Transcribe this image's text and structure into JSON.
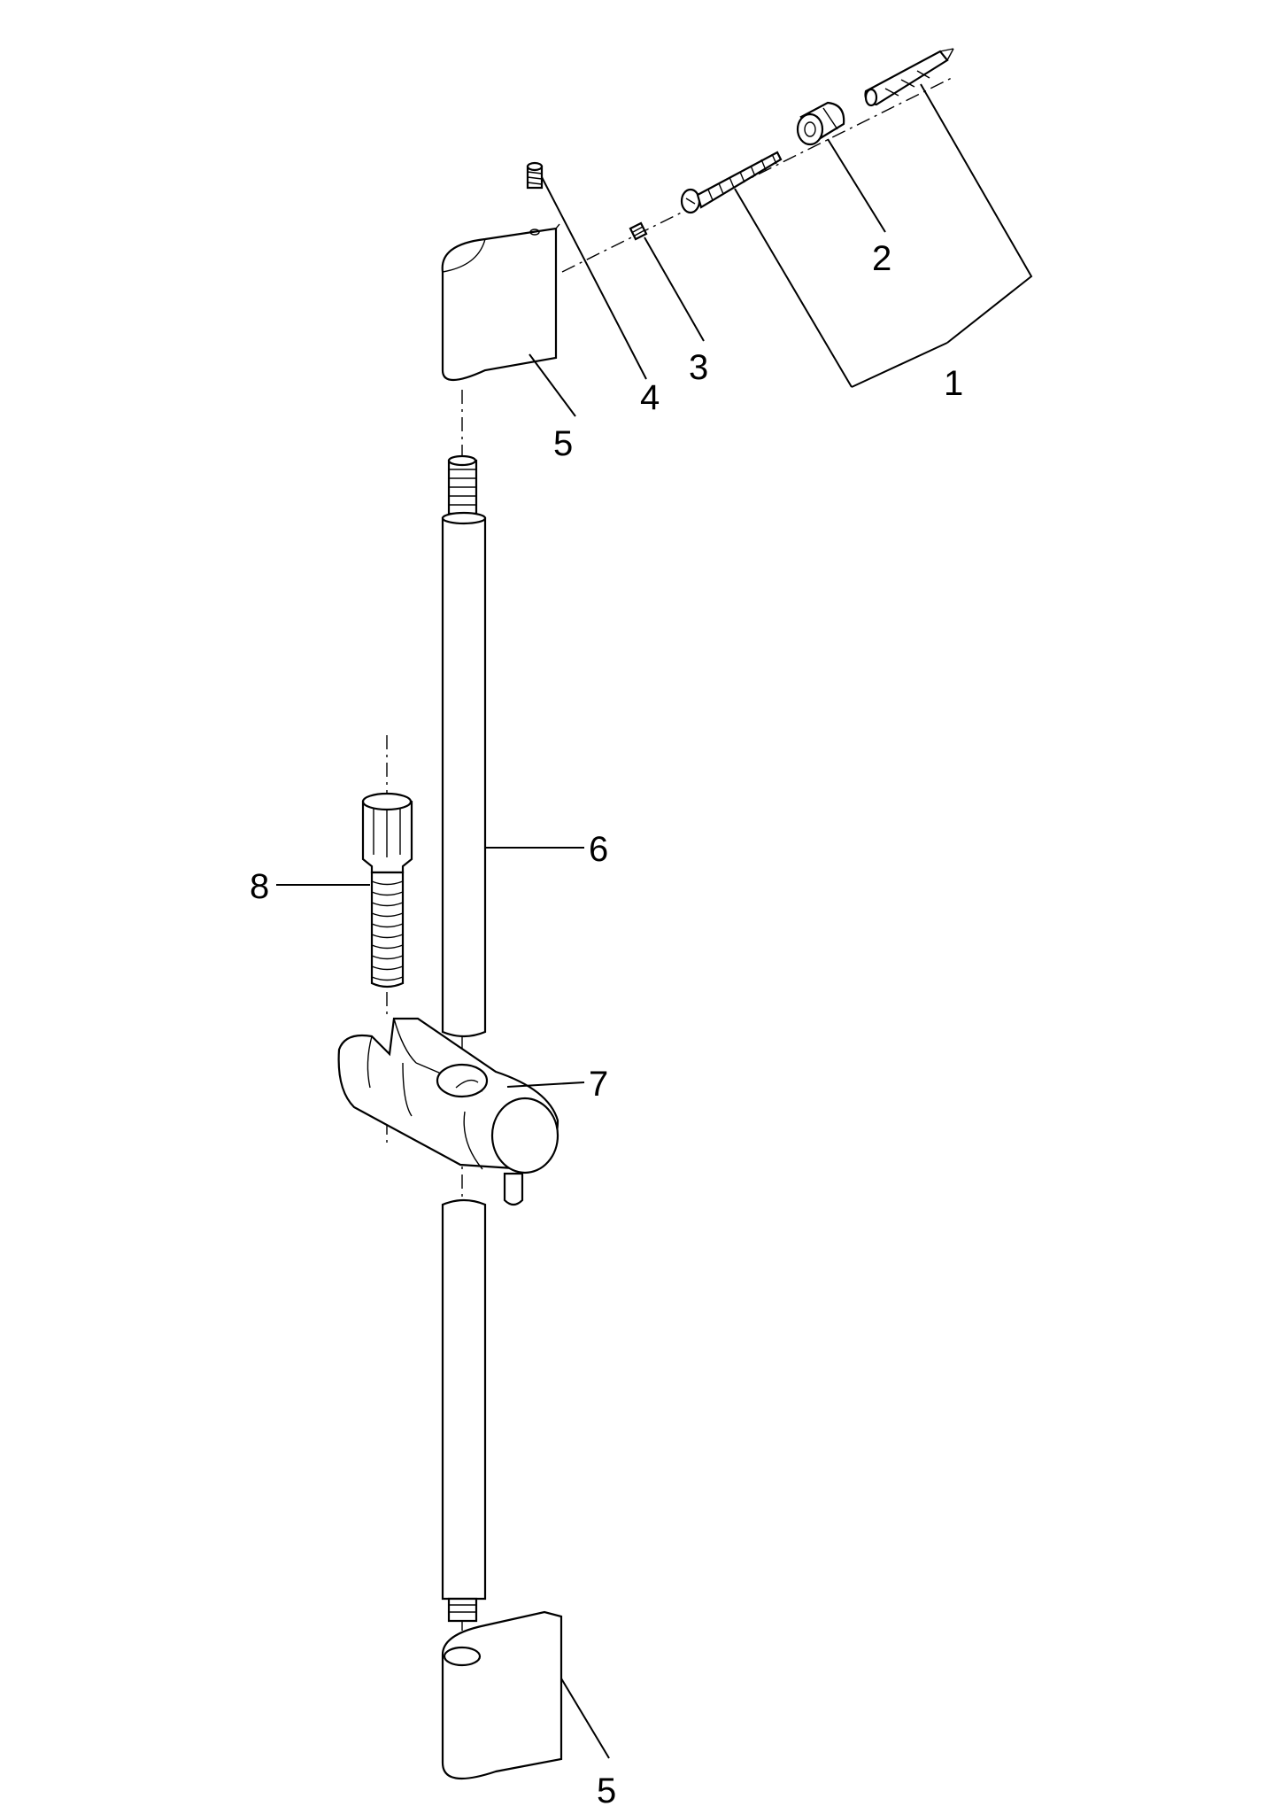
{
  "figure": {
    "kind": "exploded-assembly-drawing",
    "labels": {
      "p1": "1",
      "p2": "2",
      "p3": "3",
      "p4": "4",
      "p5_top": "5",
      "p5_bottom": "5",
      "p6": "6",
      "p7": "7",
      "p8": "8"
    }
  },
  "colors": {
    "line": "#000000",
    "background": "#ffffff"
  }
}
